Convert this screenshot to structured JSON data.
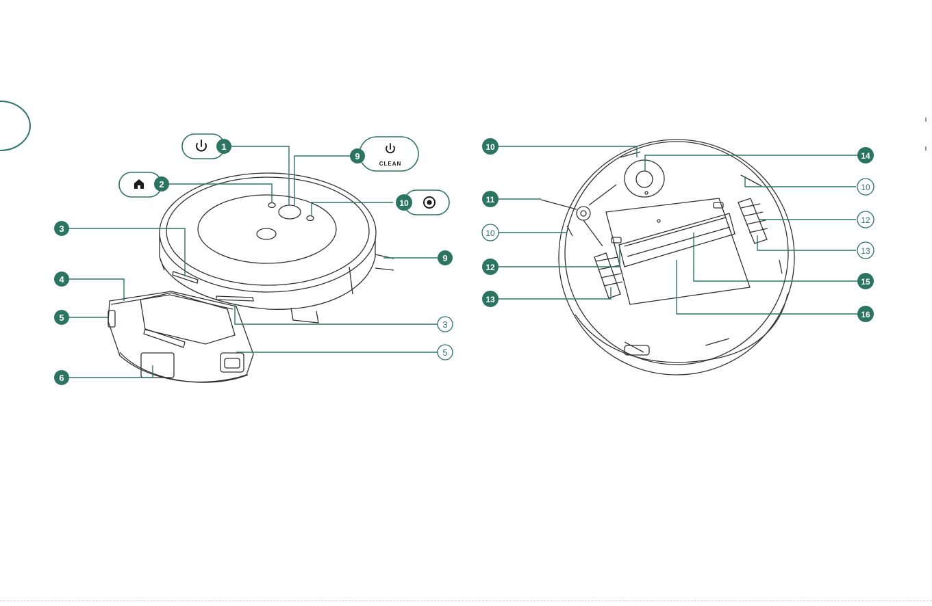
{
  "colors": {
    "accent": "#2a7560",
    "line": "#2f2f2f",
    "text_on_accent": "#ffffff"
  },
  "callouts": {
    "c1": "1",
    "c2": "2",
    "c3a": "3",
    "c3b": "3",
    "c4": "4",
    "c5a": "5",
    "c5b": "5",
    "c6": "6",
    "c9a": "9",
    "c9b": "9",
    "c10a": "10",
    "c10b": "10",
    "c10c": "10",
    "c10d": "10",
    "c11": "11",
    "c12a": "12",
    "c12b": "12",
    "c13a": "13",
    "c13b": "13",
    "c14": "14",
    "c15": "15",
    "c16": "16"
  },
  "buttons": {
    "clean_label": "CLEAN",
    "icons": [
      "power-icon",
      "home-icon",
      "power-icon",
      "spot-clean-icon"
    ]
  }
}
